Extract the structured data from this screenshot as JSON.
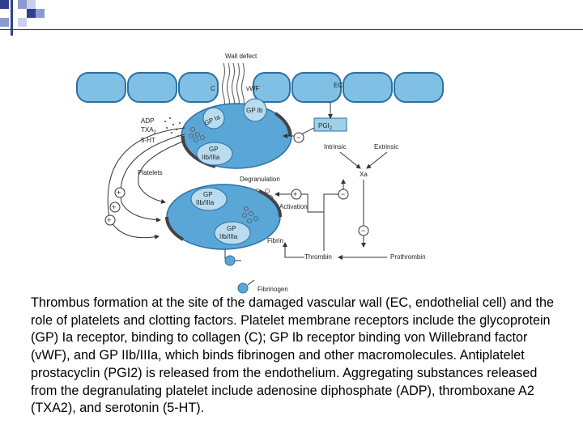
{
  "header": {
    "checker_colors": [
      "#2f3f8f",
      "#8b9ad0",
      "#c9d0ea"
    ]
  },
  "diagram": {
    "labels": {
      "wall_defect": "Wall defect",
      "c": "C",
      "vwf": "vWF",
      "ec": "EC",
      "adp": "ADP",
      "txa2": "TXA",
      "txa2_sub": "2",
      "ht5": "5-HT",
      "gp_ia": "GP Ia",
      "gp_ib": "GP Ib",
      "pgi2": "PGI",
      "pgi2_sub": "2",
      "gp_iibiiia_1_line1": "GP",
      "gp_iibiiia_1_line2": "IIb/IIIa",
      "platelets": "Platelets",
      "degranulation": "Degranulation",
      "intrinsic": "Intrinsic",
      "extrinsic": "Extrinsic",
      "xa": "Xa",
      "gp_iibiiia_2_line1": "GP",
      "gp_iibiiia_2_line2": "IIb/IIIa",
      "activation": "Activation",
      "gp_iibiiia_3_line1": "GP",
      "gp_iibiiia_3_line2": "IIb/IIIa",
      "fibrin": "Fibrin",
      "thrombin": "Thrombin",
      "prothrombin": "Prothrombin",
      "fibrinogen": "Fibrinogen",
      "plus": "+",
      "minus": "−"
    },
    "colors": {
      "cell_fill": "#7fc0e4",
      "cell_stroke": "#2b6fa3",
      "platelet_fill": "#5aa6d6",
      "granule": "#555555",
      "arrow": "#333333"
    }
  },
  "caption": {
    "text": "Thrombus formation at the site of the damaged vascular wall (EC, endothelial cell) and the role of platelets and clotting factors. Platelet membrane receptors include the glycoprotein (GP) Ia receptor, binding to collagen (C); GP Ib receptor binding von Willebrand factor (vWF), and GP IIb/IIIa, which binds fibrinogen and other macromolecules. Antiplatelet prostacyclin (PGI2) is released from the endothelium. Aggregating substances released from the degranulating platelet include adenosine diphosphate (ADP), thromboxane A2 (TXA2), and serotonin (5-HT)."
  }
}
